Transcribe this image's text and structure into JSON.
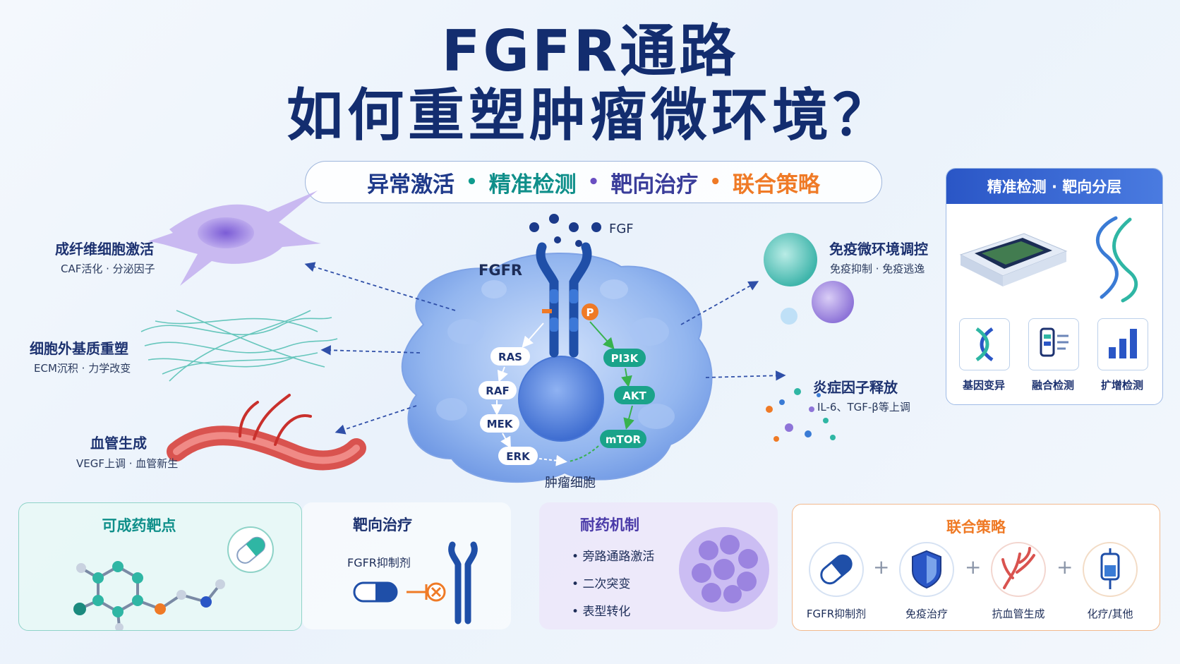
{
  "title": {
    "line1": "FGFR通路",
    "line2": "如何重塑肿瘤微环境？"
  },
  "subtitle": [
    {
      "text": "异常激活",
      "color": "#1f3a8a"
    },
    {
      "text": "精准检测",
      "color": "#0f8f8a"
    },
    {
      "text": "靶向治疗",
      "color": "#3a3d9a"
    },
    {
      "text": "联合策略",
      "color": "#ef7a26"
    }
  ],
  "subtitle_dots": [
    {
      "text": "•",
      "color": "#0f9b8e"
    },
    {
      "text": "•",
      "color": "#6a4fc2"
    },
    {
      "text": "•",
      "color": "#ef7a26"
    }
  ],
  "center": {
    "fgf_label": "FGF",
    "fgfr_label": "FGFR",
    "tumor_label": "肿瘤细胞",
    "p_label": "P",
    "mapk": [
      "RAS",
      "RAF",
      "MEK",
      "ERK"
    ],
    "pi3k": [
      "PI3K",
      "AKT",
      "mTOR"
    ]
  },
  "left_effects": [
    {
      "title": "成纤维细胞激活",
      "sub": "CAF活化 · 分泌因子"
    },
    {
      "title": "细胞外基质重塑",
      "sub": "ECM沉积 · 力学改变"
    },
    {
      "title": "血管生成",
      "sub": "VEGF上调 · 血管新生"
    }
  ],
  "right_effects": [
    {
      "title": "免疫微环境调控",
      "sub": "免疫抑制 · 免疫逃逸"
    },
    {
      "title": "炎症因子释放",
      "sub": "IL-6、TGF-β等上调"
    }
  ],
  "detection_panel": {
    "title": "精准检测 · 靶向分层",
    "items": [
      {
        "label": "基因变异",
        "icon": "dna-icon"
      },
      {
        "label": "融合检测",
        "icon": "fusion-test-icon"
      },
      {
        "label": "扩增检测",
        "icon": "bar-chart-icon"
      }
    ]
  },
  "bottom": {
    "druggable": {
      "title": "可成药靶点"
    },
    "targeted": {
      "title": "靶向治疗",
      "drug_label": "FGFR抑制剂"
    },
    "resistance": {
      "title": "耐药机制",
      "bullets": [
        "旁路通路激活",
        "二次突变",
        "表型转化"
      ]
    },
    "combo": {
      "title": "联合策略",
      "items": [
        "FGFR抑制剂",
        "免疫治疗",
        "抗血管生成",
        "化疗/其他"
      ],
      "plus": [
        "+",
        "+",
        "+"
      ]
    }
  },
  "colors": {
    "navy": "#132d6f",
    "teal": "#0f9b8e",
    "purple": "#6a4fc2",
    "orange": "#ef7a26",
    "receptor": "#1f4fa8"
  }
}
